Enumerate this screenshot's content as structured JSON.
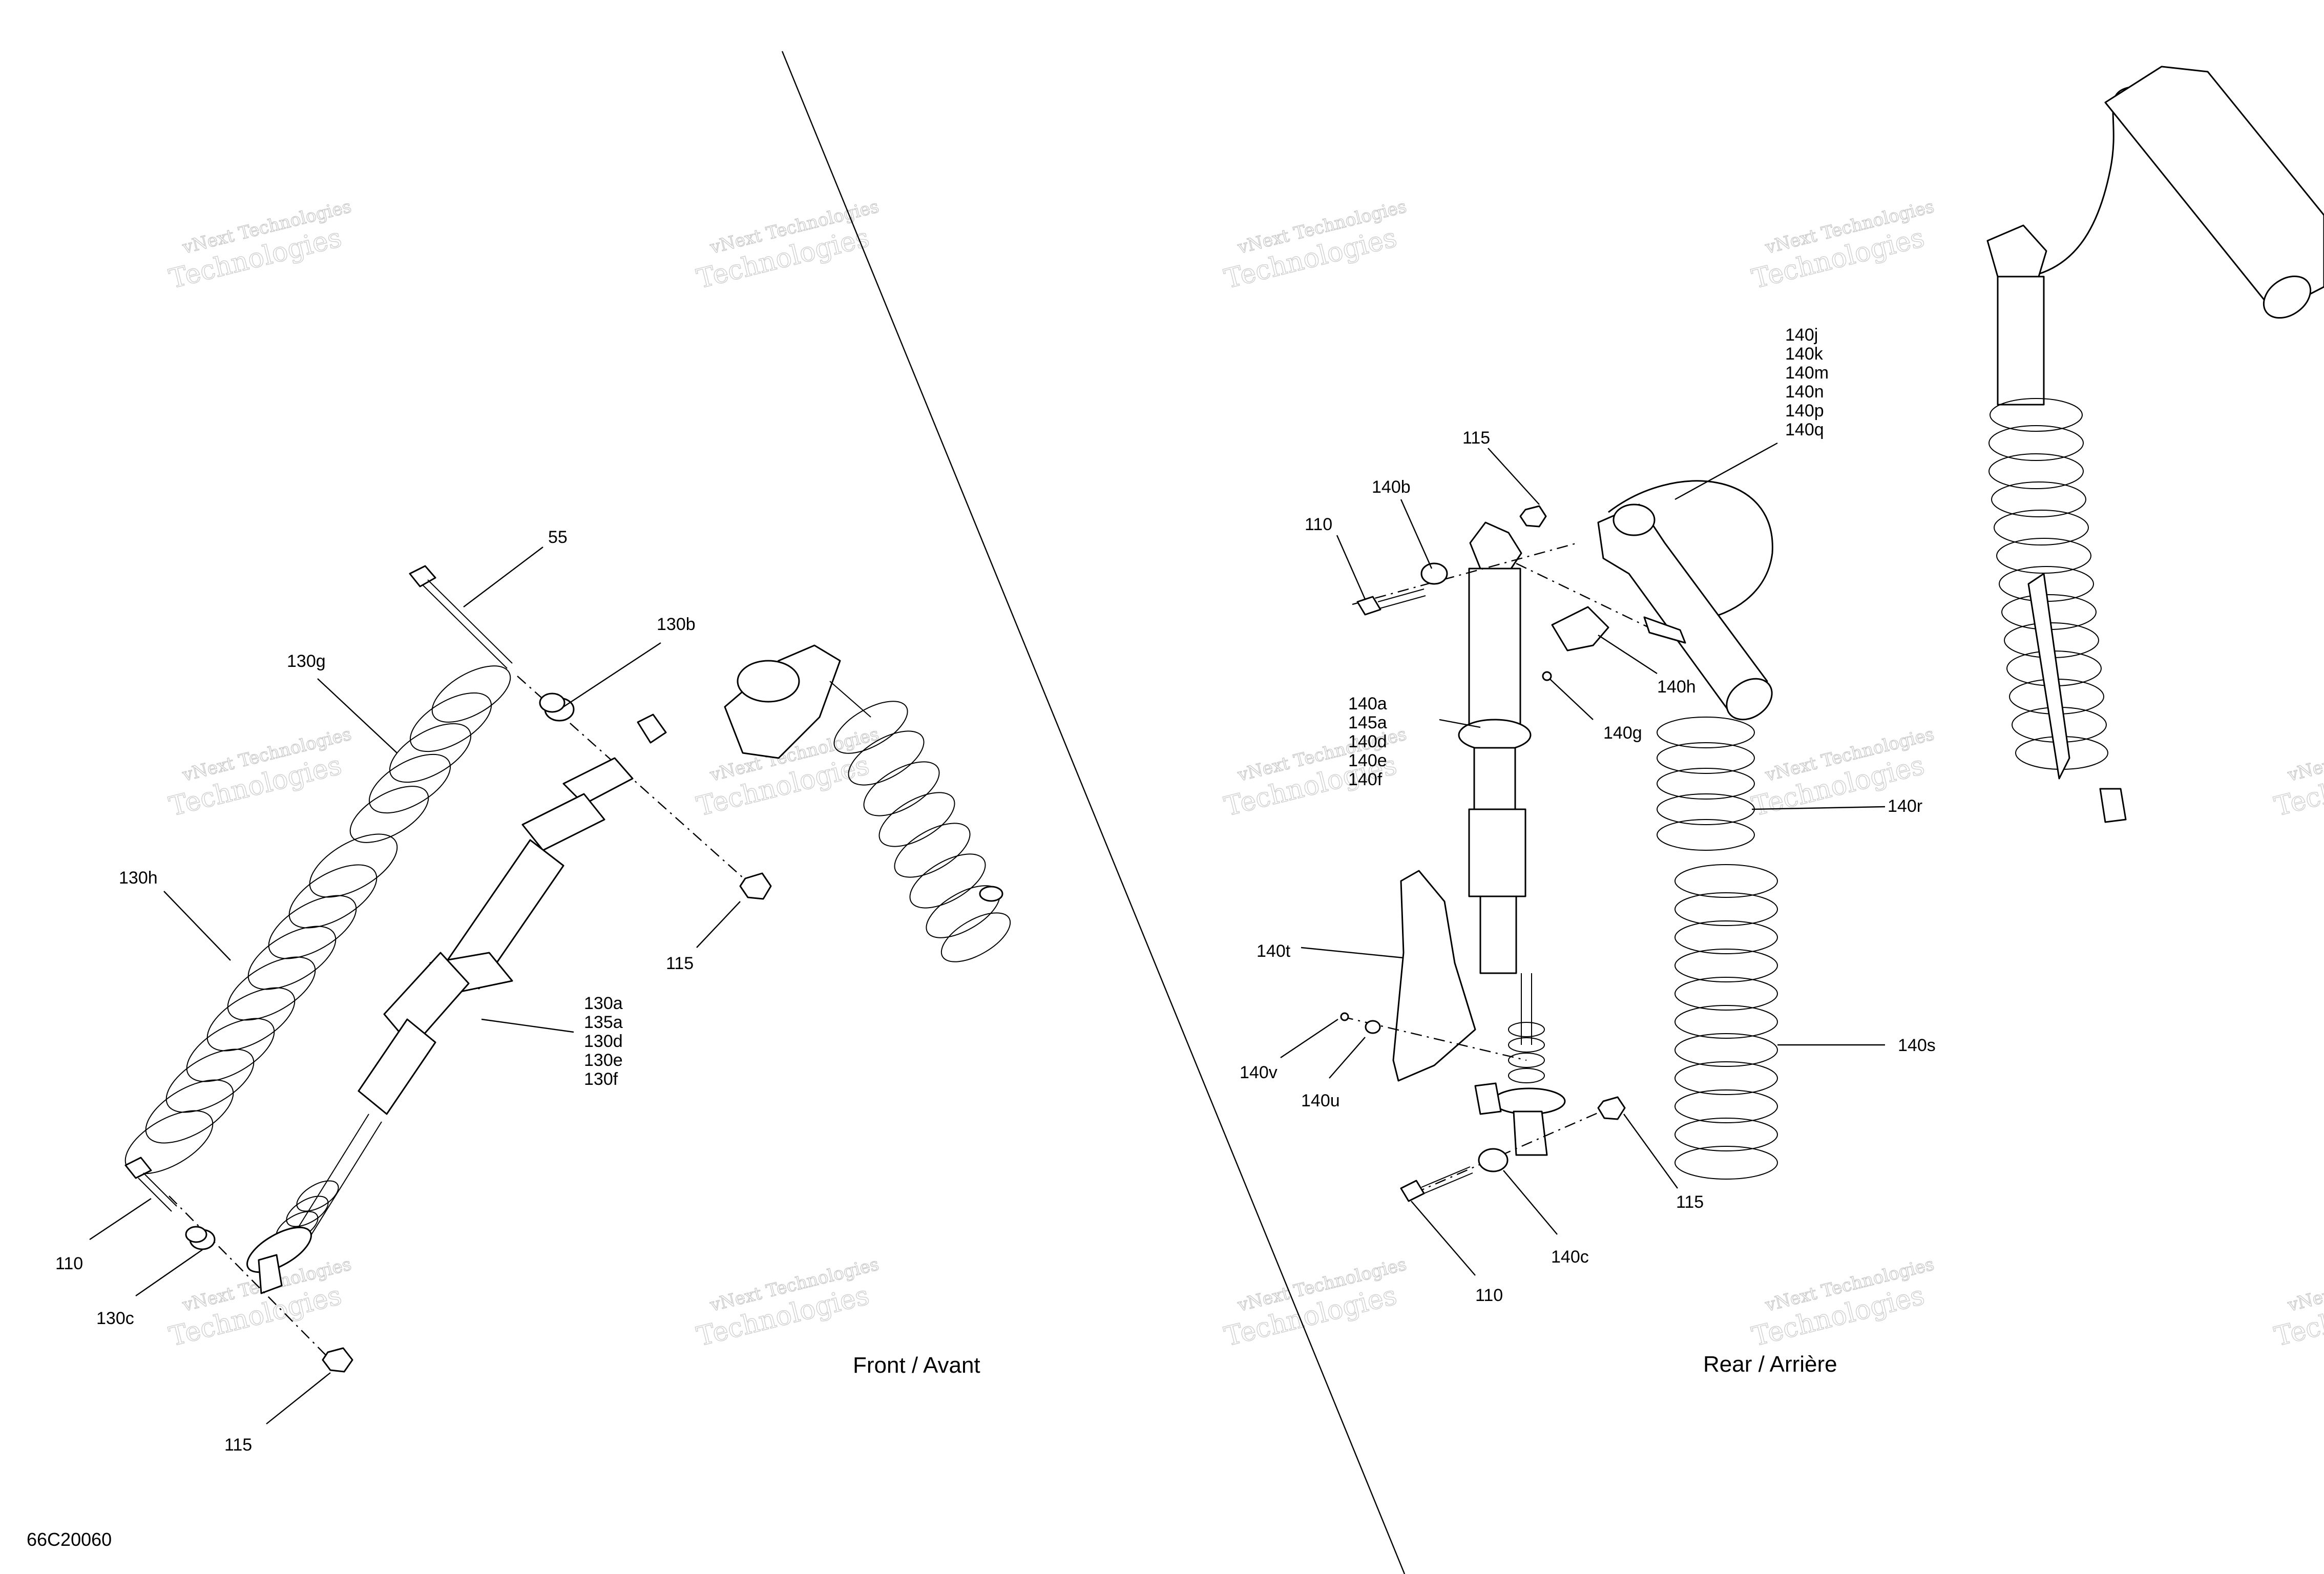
{
  "diagram_code": "66C20060",
  "sections": {
    "front": "Front / Avant",
    "rear": "Rear / Arrière"
  },
  "watermark": {
    "line1": "vNext Technologies",
    "line2": "Technologies"
  },
  "callouts": {
    "f_55": "55",
    "f_130b": "130b",
    "f_130g": "130g",
    "f_130h": "130h",
    "f_115_top": "115",
    "f_130a_group": [
      "130a",
      "135a",
      "130d",
      "130e",
      "130f"
    ],
    "f_110": "110",
    "f_130c": "130c",
    "f_115_bottom": "115",
    "r_115_top": "115",
    "r_140b": "140b",
    "r_110_top": "110",
    "r_140j_group": [
      "140j",
      "140k",
      "140m",
      "140n",
      "140p",
      "140q"
    ],
    "r_140h": "140h",
    "r_140g": "140g",
    "r_140a_group": [
      "140a",
      "145a",
      "140d",
      "140e",
      "140f"
    ],
    "r_140r": "140r",
    "r_140t": "140t",
    "r_140v": "140v",
    "r_140u": "140u",
    "r_140s": "140s",
    "r_115_bottom": "115",
    "r_140c": "140c",
    "r_110_bottom": "110"
  }
}
